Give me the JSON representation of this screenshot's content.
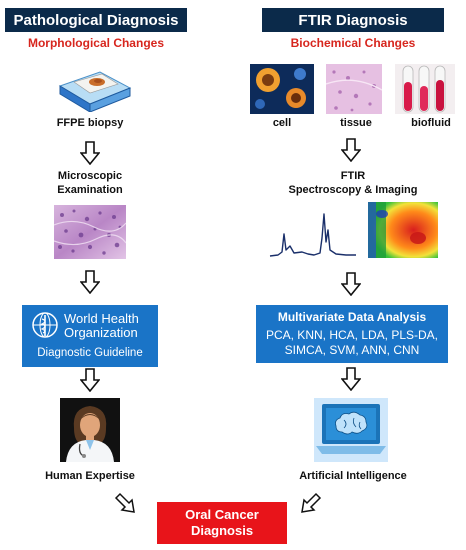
{
  "left": {
    "title": "Pathological Diagnosis",
    "subtitle": "Morphological Changes",
    "biopsy_label": "FFPE biopsy",
    "microscopic_label_line1": "Microscopic",
    "microscopic_label_line2": "Examination",
    "who_line1": "World Health",
    "who_line2": "Organization",
    "who_guideline": "Diagnostic Guideline",
    "expertise_label": "Human Expertise"
  },
  "right": {
    "title": "FTIR Diagnosis",
    "subtitle": "Biochemical Changes",
    "sample_cell": "cell",
    "sample_tissue": "tissue",
    "sample_biofluid": "biofluid",
    "ftir_line1": "FTIR",
    "ftir_line2": "Spectroscopy & Imaging",
    "mva_title": "Multivariate Data Analysis",
    "mva_line1": "PCA, KNN, HCA, LDA, PLS-DA,",
    "mva_line2": "SIMCA, SVM, ANN, CNN",
    "ai_label": "Artificial Intelligence"
  },
  "result": {
    "line1": "Oral Cancer",
    "line2": "Diagnosis"
  },
  "colors": {
    "header_bg": "#0b2a4a",
    "subtitle_red": "#d7261e",
    "box_blue": "#1a74c7",
    "result_red": "#e8141a"
  }
}
